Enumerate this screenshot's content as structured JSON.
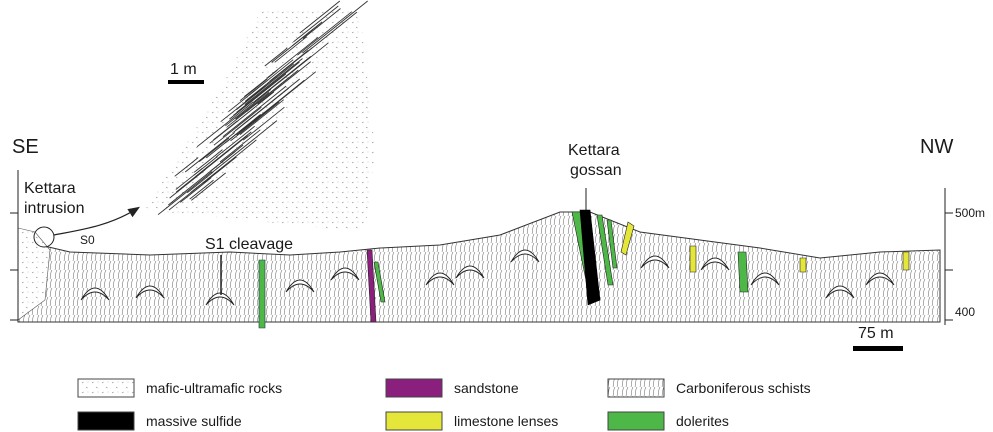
{
  "section": {
    "left_end": "SE",
    "right_end": "NW",
    "intrusion_label": [
      "Kettara",
      "intrusion"
    ],
    "gossan_label": [
      "Kettara",
      "gossan"
    ],
    "cleavage_label": "S1 cleavage",
    "bedding_label": "S0"
  },
  "inset": {
    "scale_label": "1 m"
  },
  "scale_bar": "75 m",
  "elevation_ticks": [
    "500m",
    "400"
  ],
  "legend": [
    {
      "key": "mafic",
      "label": "mafic-ultramafic rocks",
      "pattern": "dotted"
    },
    {
      "key": "sandstone",
      "label": "sandstone",
      "color": "#8a1f7e"
    },
    {
      "key": "schists",
      "label": "Carboniferous schists",
      "pattern": "hatched"
    },
    {
      "key": "sulfide",
      "label": "massive sulfide",
      "color": "#000000"
    },
    {
      "key": "limestone",
      "label": "limestone lenses",
      "color": "#e5e63a"
    },
    {
      "key": "dolerites",
      "label": "dolerites",
      "color": "#4db848"
    }
  ],
  "colors": {
    "sandstone": "#8a1f7e",
    "limestone": "#e5e63a",
    "dolerite": "#4db848",
    "sulfide": "#000000"
  }
}
